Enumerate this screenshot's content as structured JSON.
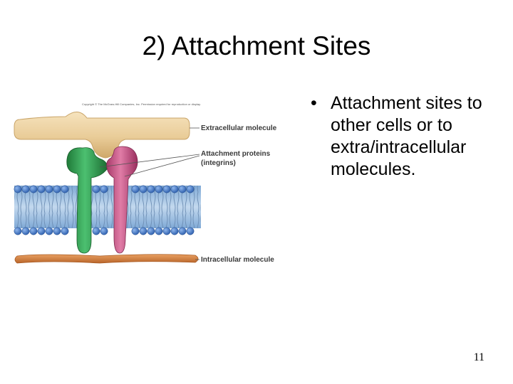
{
  "slide": {
    "title": "2) Attachment Sites",
    "page_number": "11"
  },
  "figure": {
    "copyright": "Copyright © The McGraw-Hill Companies, Inc. Permission required for reproduction or display.",
    "labels": {
      "extracellular": "Extracellular molecule",
      "proteins_line1": "Attachment proteins",
      "proteins_line2": "(integrins)",
      "intracellular": "Intracellular molecule"
    },
    "colors": {
      "extracellular_molecule": "#e9cc98",
      "integrin_green": "#2e9a4c",
      "integrin_pink": "#c85585",
      "phospholipid_heads": "#3a70c0",
      "membrane_core": "#a9c7e3",
      "intracellular_molecule": "#d17c38"
    }
  },
  "bullets": [
    "Attachment sites to other cells or to extra/intracellular molecules."
  ]
}
